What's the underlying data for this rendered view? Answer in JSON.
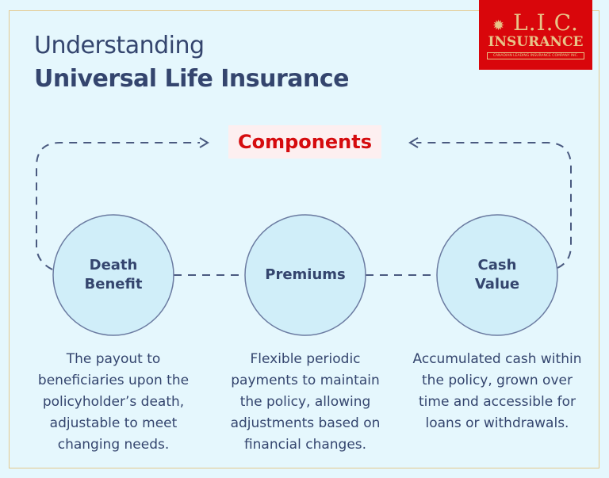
{
  "title": {
    "line1": "Understanding",
    "line2": "Universal Life Insurance"
  },
  "logo": {
    "main": "L.I.C.",
    "sub": "INSURANCE",
    "tagline": "CANADIAN LEADING INSURANCE COMPANY INC."
  },
  "center_label": "Components",
  "colors": {
    "accent": "#d50b0e",
    "text": "#34456e",
    "circle_fill": "#d0eef9",
    "background": "#e5f7fd",
    "frame": "#e3c98f"
  },
  "components": [
    {
      "label": "Death\nBenefit",
      "description": "The payout to beneficiaries upon the policyholder’s death, adjustable to meet changing needs."
    },
    {
      "label": "Premiums",
      "description": "Flexible periodic payments to maintain the policy, allowing adjustments based on financial changes."
    },
    {
      "label": "Cash\nValue",
      "description": "Accumulated cash within the policy, grown over time and accessible for loans or withdrawals."
    }
  ]
}
